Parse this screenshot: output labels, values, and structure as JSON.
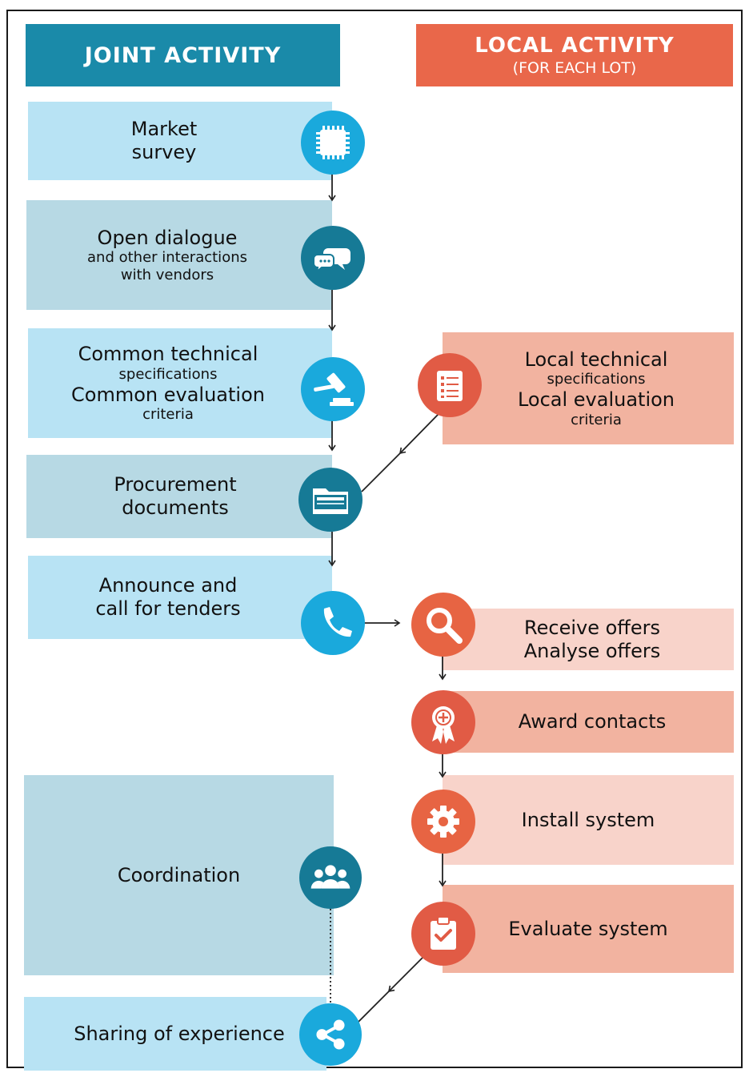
{
  "headers": {
    "joint": "JOINT ACTIVITY",
    "local": "LOCAL ACTIVITY",
    "local_sub": "(FOR EACH LOT)"
  },
  "joint_steps": {
    "market": [
      "Market",
      "survey"
    ],
    "dialogue": {
      "title": "Open dialogue",
      "sub1": "and other interactions",
      "sub2": "with vendors"
    },
    "specs": {
      "l1": "Common technical",
      "l2": "specifications",
      "l3": "Common evaluation",
      "l4": "criteria"
    },
    "procurement": [
      "Procurement",
      "documents"
    ],
    "announce": [
      "Announce and",
      "call for tenders"
    ],
    "coordination": "Coordination",
    "sharing": "Sharing of experience"
  },
  "local_steps": {
    "specs": {
      "l1": "Local technical",
      "l2": "specifications",
      "l3": "Local evaluation",
      "l4": "criteria"
    },
    "offers": [
      "Receive offers",
      "Analyse offers"
    ],
    "award": "Award contacts",
    "install": "Install system",
    "evaluate": "Evaluate system"
  },
  "icons": {
    "market": "chip-icon",
    "dialogue": "chat-bubbles-icon",
    "specs": "gavel-icon",
    "local_specs": "checklist-icon",
    "procurement": "folder-icon",
    "announce": "phone-icon",
    "offers": "magnifier-icon",
    "award": "ribbon-award-icon",
    "install": "gear-icon",
    "evaluate": "clipboard-check-icon",
    "coordination": "group-icon",
    "sharing": "share-icon"
  },
  "colors": {
    "joint_header": "#1a8aa9",
    "local_header": "#e9674a",
    "light_blue": "#b8e3f4",
    "grey_blue": "#b7d9e4",
    "salmon": "#f2b3a0",
    "pink": "#f8d3ca"
  }
}
